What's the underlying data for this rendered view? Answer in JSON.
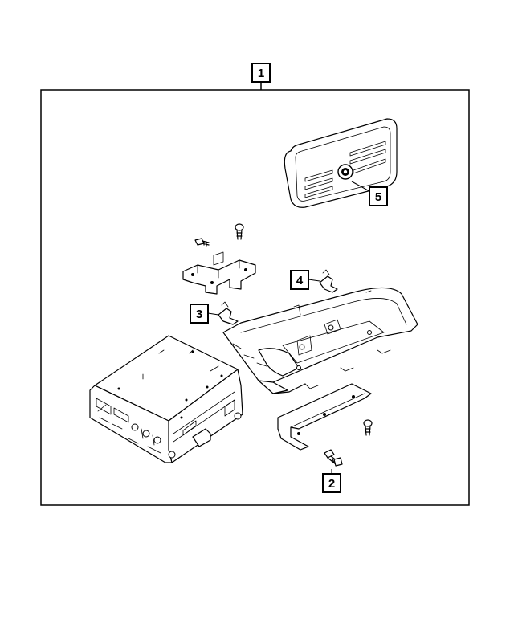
{
  "callouts": {
    "c1": "1",
    "c2": "2",
    "c3": "3",
    "c4": "4",
    "c5": "5"
  },
  "parts": [
    "control-panel-faceplate",
    "trim-bezel",
    "radio-receiver-module",
    "mounting-bracket-upper",
    "mounting-bracket-lower",
    "retaining-clip",
    "screw"
  ]
}
